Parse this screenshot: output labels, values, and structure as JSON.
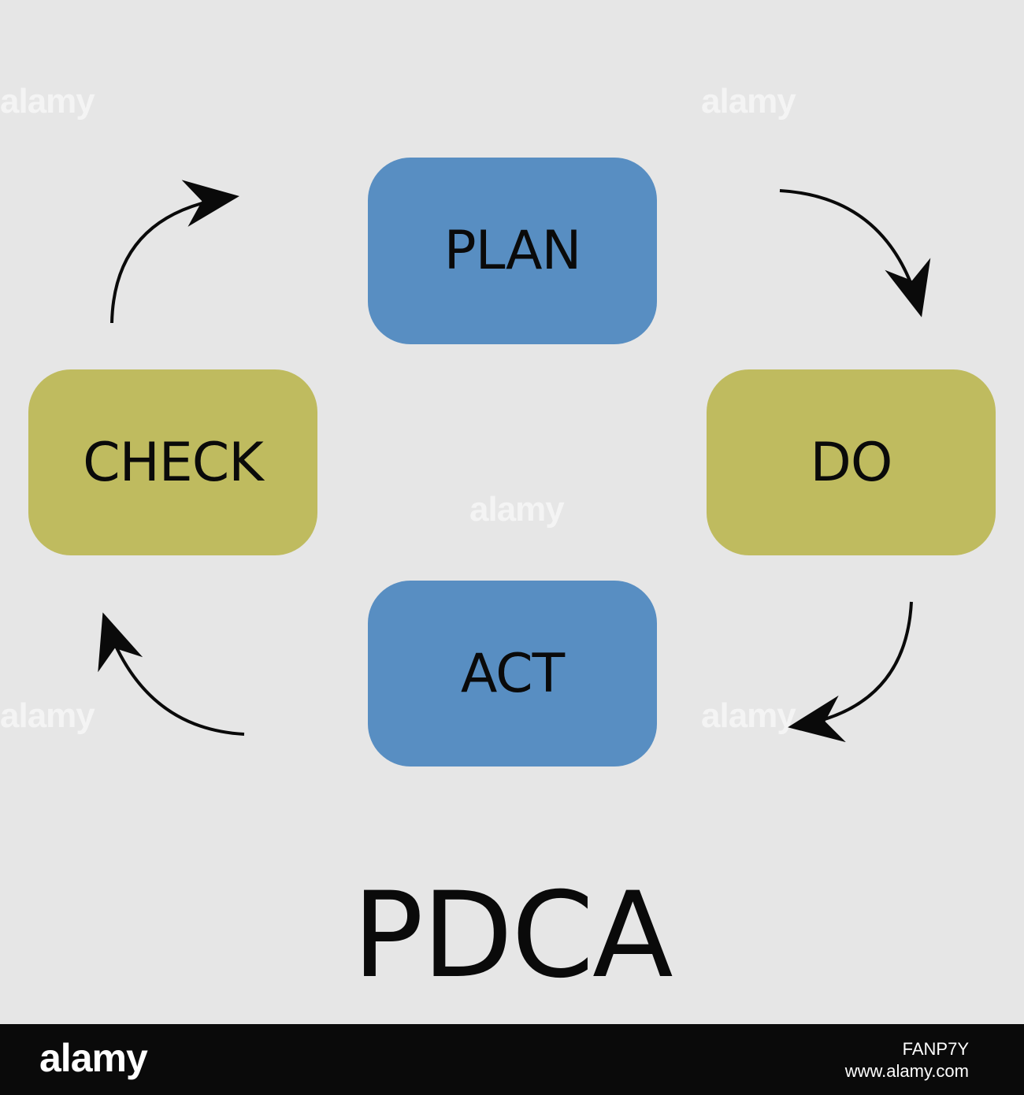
{
  "diagram": {
    "nodes": {
      "plan": "PLAN",
      "do": "DO",
      "check": "CHECK",
      "act": "ACT"
    },
    "title": "PDCA",
    "arrow_color": "#0a0a0a",
    "colors": {
      "blue": "#588ec2",
      "olive": "#bfbb5f",
      "background": "#e6e6e6"
    }
  },
  "watermark": {
    "text": "alamy"
  },
  "footer": {
    "logo": "alamy",
    "image_id": "FANP7Y",
    "site": "www.alamy.com"
  }
}
